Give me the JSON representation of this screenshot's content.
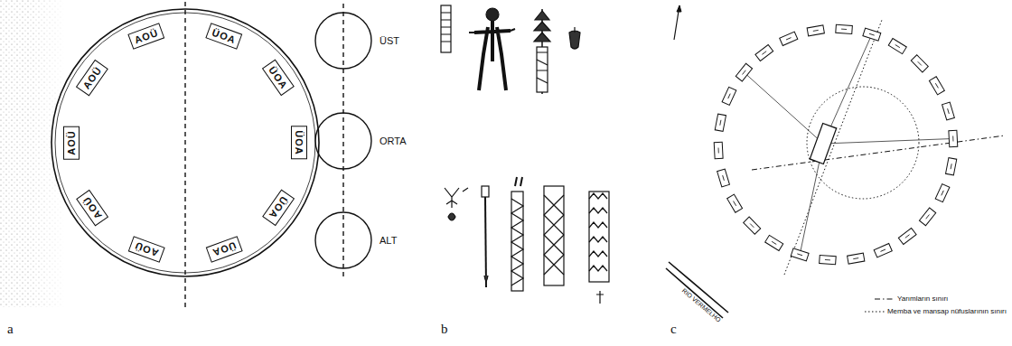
{
  "diagram": {
    "nodes": [
      {
        "text": [
          "AOÜ"
        ]
      },
      {
        "text": [
          "AOÜ"
        ]
      },
      {
        "text": [
          "AOÜ"
        ]
      },
      {
        "text": [
          "AOÜ"
        ]
      },
      {
        "text": [
          "AOÜ"
        ]
      },
      {
        "text": [
          "ÜOA"
        ]
      },
      {
        "text": [
          "ÜOA"
        ]
      },
      {
        "text": [
          "ÜOA"
        ]
      },
      {
        "text": [
          "ÜOA"
        ]
      },
      {
        "text": [
          "ÜOA"
        ]
      },
      {
        "text": [
          "ÜST"
        ]
      },
      {
        "text": [
          "ORTA"
        ]
      },
      {
        "text": [
          "ALT"
        ]
      }
    ],
    "labels": [
      "a",
      "b",
      "c",
      "RIO VERMELHO"
    ],
    "legend": [
      {
        "text": "Yarımların sınırı"
      },
      {
        "text": "Memba ve mansap nüfuslarının sınırı"
      }
    ]
  }
}
